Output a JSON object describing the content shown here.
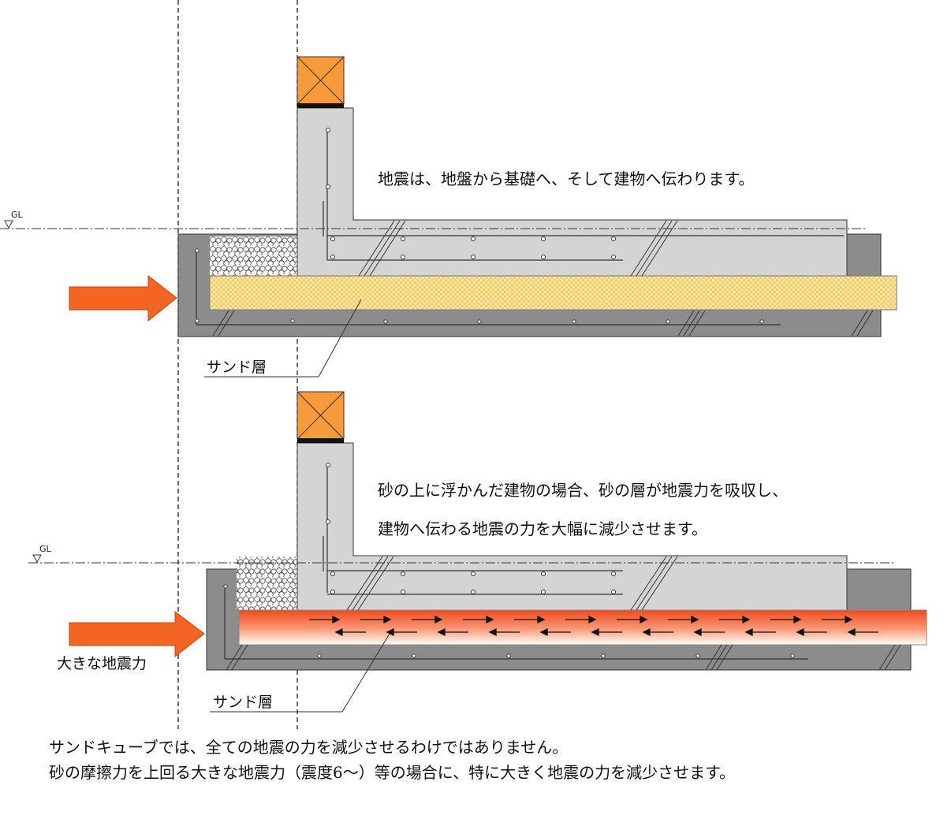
{
  "top_panel": {
    "caption": "地震は、地盤から基礎へ、そして建物へ伝わります。",
    "gl_label": "GL",
    "sand_label": "サンド層"
  },
  "bottom_panel": {
    "caption_line1": "砂の上に浮かんだ建物の場合、砂の層が地震力を吸収し、",
    "caption_line2": "建物へ伝わる地震の力を大幅に減少させます。",
    "gl_label": "GL",
    "force_label": "大きな地震力",
    "sand_label": "サンド層"
  },
  "footer": {
    "line1": "サンドキューブでは、全ての地震の力を減少させるわけではありません。",
    "line2": "砂の摩擦力を上回る大きな地震力（震度6～）等の場合に、特に大きく地震の力を減少させます。"
  },
  "colors": {
    "concrete": "#d4d4d4",
    "footing": "#8c8c8c",
    "sand": "#f8dc8c",
    "arrow": "#f26522",
    "sill": "#f79a3a",
    "friction_layer": "#f25a2a"
  }
}
